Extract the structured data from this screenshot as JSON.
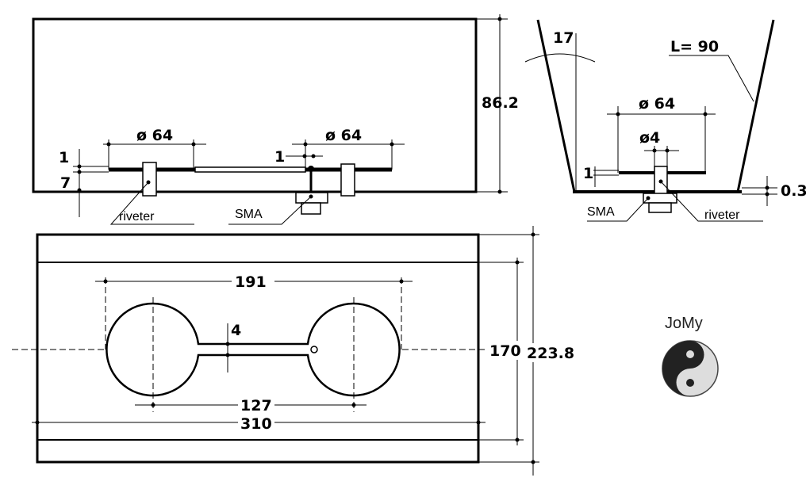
{
  "side_view": {
    "diameter_left": "ø 64",
    "diameter_right": "ø 64",
    "thickness_plate": "1",
    "gap_height": "7",
    "feed_offset": "1",
    "height": "86.2",
    "riveter_label": "riveter",
    "sma_label": "SMA"
  },
  "end_view": {
    "angle": "17",
    "wall_length": "L= 90",
    "diameter_patch": "ø 64",
    "diameter_feed": "ø4",
    "thickness_plate": "1",
    "base_thickness": "0.3",
    "sma_label": "SMA",
    "riveter_label": "riveter"
  },
  "top_view": {
    "center_spacing_outer": "191",
    "slot_width": "4",
    "center_spacing_inner": "127",
    "length": "310",
    "inner_width": "170",
    "outer_width": "223.8"
  },
  "logo": {
    "text": "JoMy"
  }
}
